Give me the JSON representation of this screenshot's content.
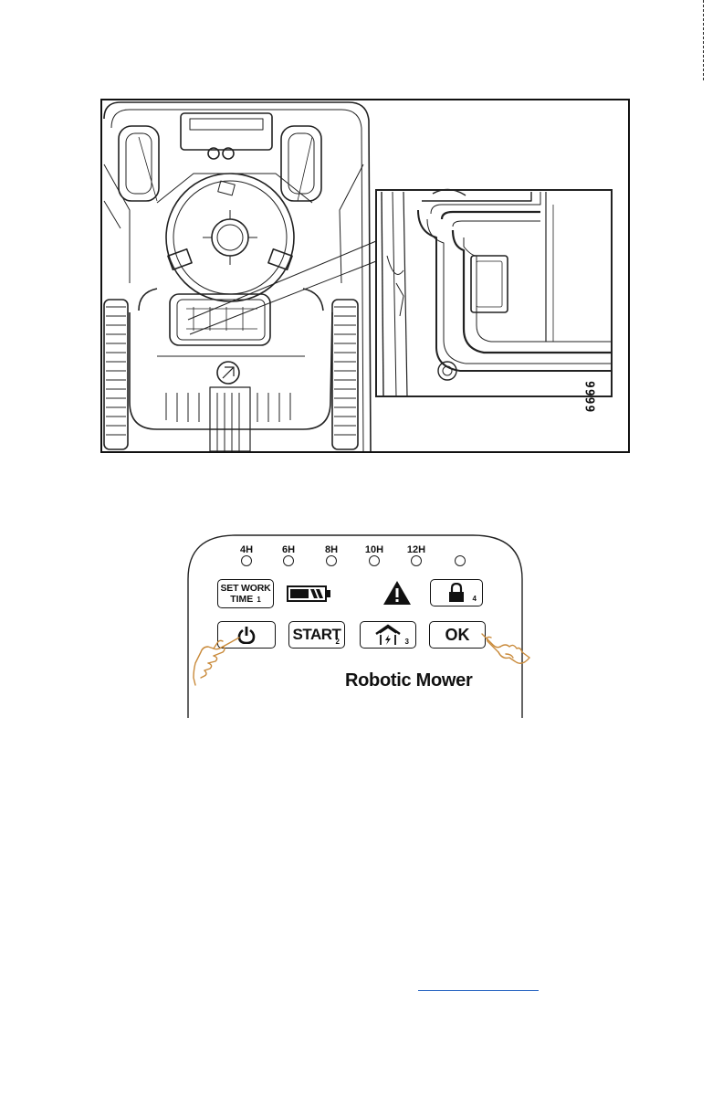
{
  "figure": {
    "code_label": "9999"
  },
  "panel": {
    "led_labels": [
      "4H",
      "6H",
      "8H",
      "10H",
      "12H",
      ""
    ],
    "set_work_line1": "SET WORK",
    "set_work_line2": "TIME",
    "set_work_number": "1",
    "lock_number": "4",
    "start_label": "START",
    "start_number": "2",
    "home_number": "3",
    "ok_label": "OK",
    "brand": "Robotic Mower",
    "icons": {
      "battery": "battery-icon",
      "warning": "warning-icon",
      "lock": "lock-icon",
      "power": "power-icon",
      "home": "home-charge-icon",
      "hand": "pointing-hand-icon"
    },
    "hand_color": "#c98a3a"
  }
}
